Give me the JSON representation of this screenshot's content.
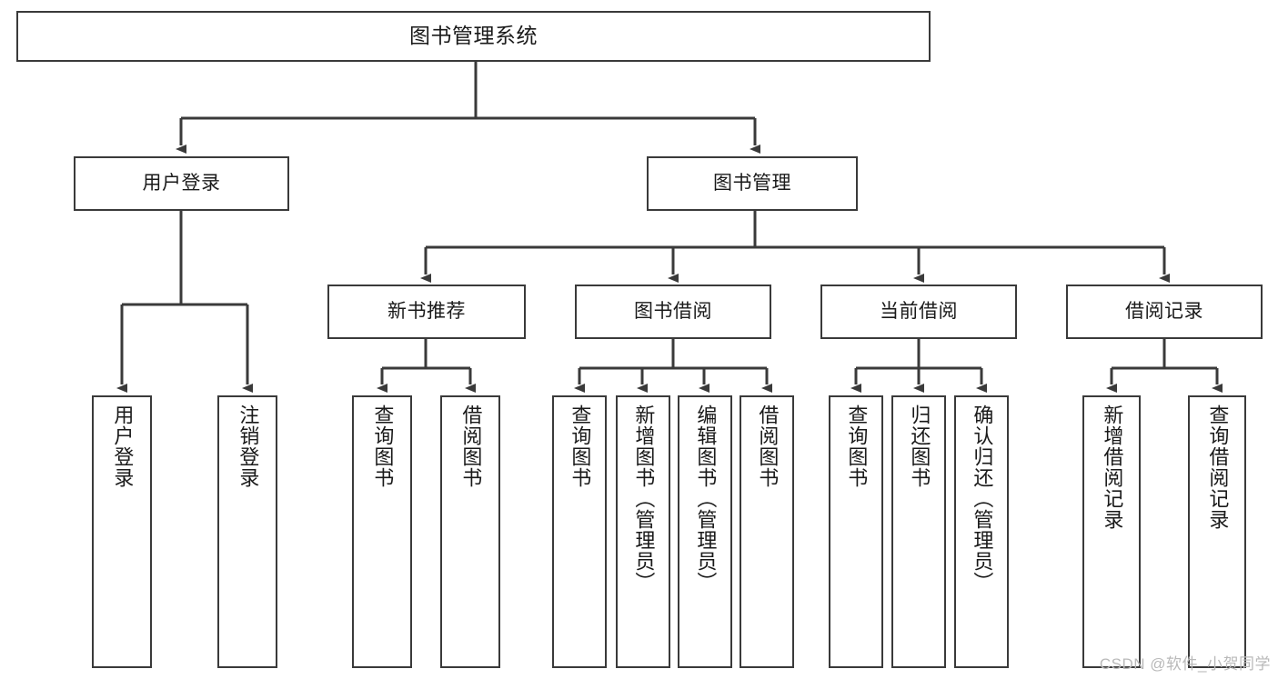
{
  "diagram": {
    "title": "图书管理系统",
    "type": "tree-hierarchy-flowchart",
    "watermark": "CSDN @软件_小贺同学",
    "colors": {
      "stroke": "#3a3a3a",
      "fill": "#ffffff",
      "text": "#1a1a1a",
      "watermark": "#b9b9b9"
    },
    "root": {
      "label": "图书管理系统"
    },
    "level1": [
      {
        "id": "user-login",
        "label": "用户登录"
      },
      {
        "id": "book-management",
        "label": "图书管理"
      }
    ],
    "level2": [
      {
        "id": "new-book-recommend",
        "label": "新书推荐"
      },
      {
        "id": "book-borrow",
        "label": "图书借阅"
      },
      {
        "id": "current-borrow",
        "label": "当前借阅"
      },
      {
        "id": "borrow-record",
        "label": "借阅记录"
      }
    ],
    "leaves": {
      "user-login": [
        {
          "id": "leaf-user-login",
          "label": "用户登录"
        },
        {
          "id": "leaf-logout-login",
          "label": "注销登录"
        }
      ],
      "new-book-recommend": [
        {
          "id": "leaf-query-book-1",
          "label": "查询图书"
        },
        {
          "id": "leaf-borrow-book-1",
          "label": "借阅图书"
        }
      ],
      "book-borrow": [
        {
          "id": "leaf-query-book-2",
          "label": "查询图书"
        },
        {
          "id": "leaf-add-book",
          "label": "新增图书（管理员）"
        },
        {
          "id": "leaf-edit-book",
          "label": "编辑图书（管理员）"
        },
        {
          "id": "leaf-borrow-book-2",
          "label": "借阅图书"
        }
      ],
      "current-borrow": [
        {
          "id": "leaf-query-book-3",
          "label": "查询图书"
        },
        {
          "id": "leaf-return-book",
          "label": "归还图书"
        },
        {
          "id": "leaf-confirm-return",
          "label": "确认归还（管理员）"
        }
      ],
      "borrow-record": [
        {
          "id": "leaf-add-record",
          "label": "新增借阅记录"
        },
        {
          "id": "leaf-query-record",
          "label": "查询借阅记录"
        }
      ]
    }
  }
}
